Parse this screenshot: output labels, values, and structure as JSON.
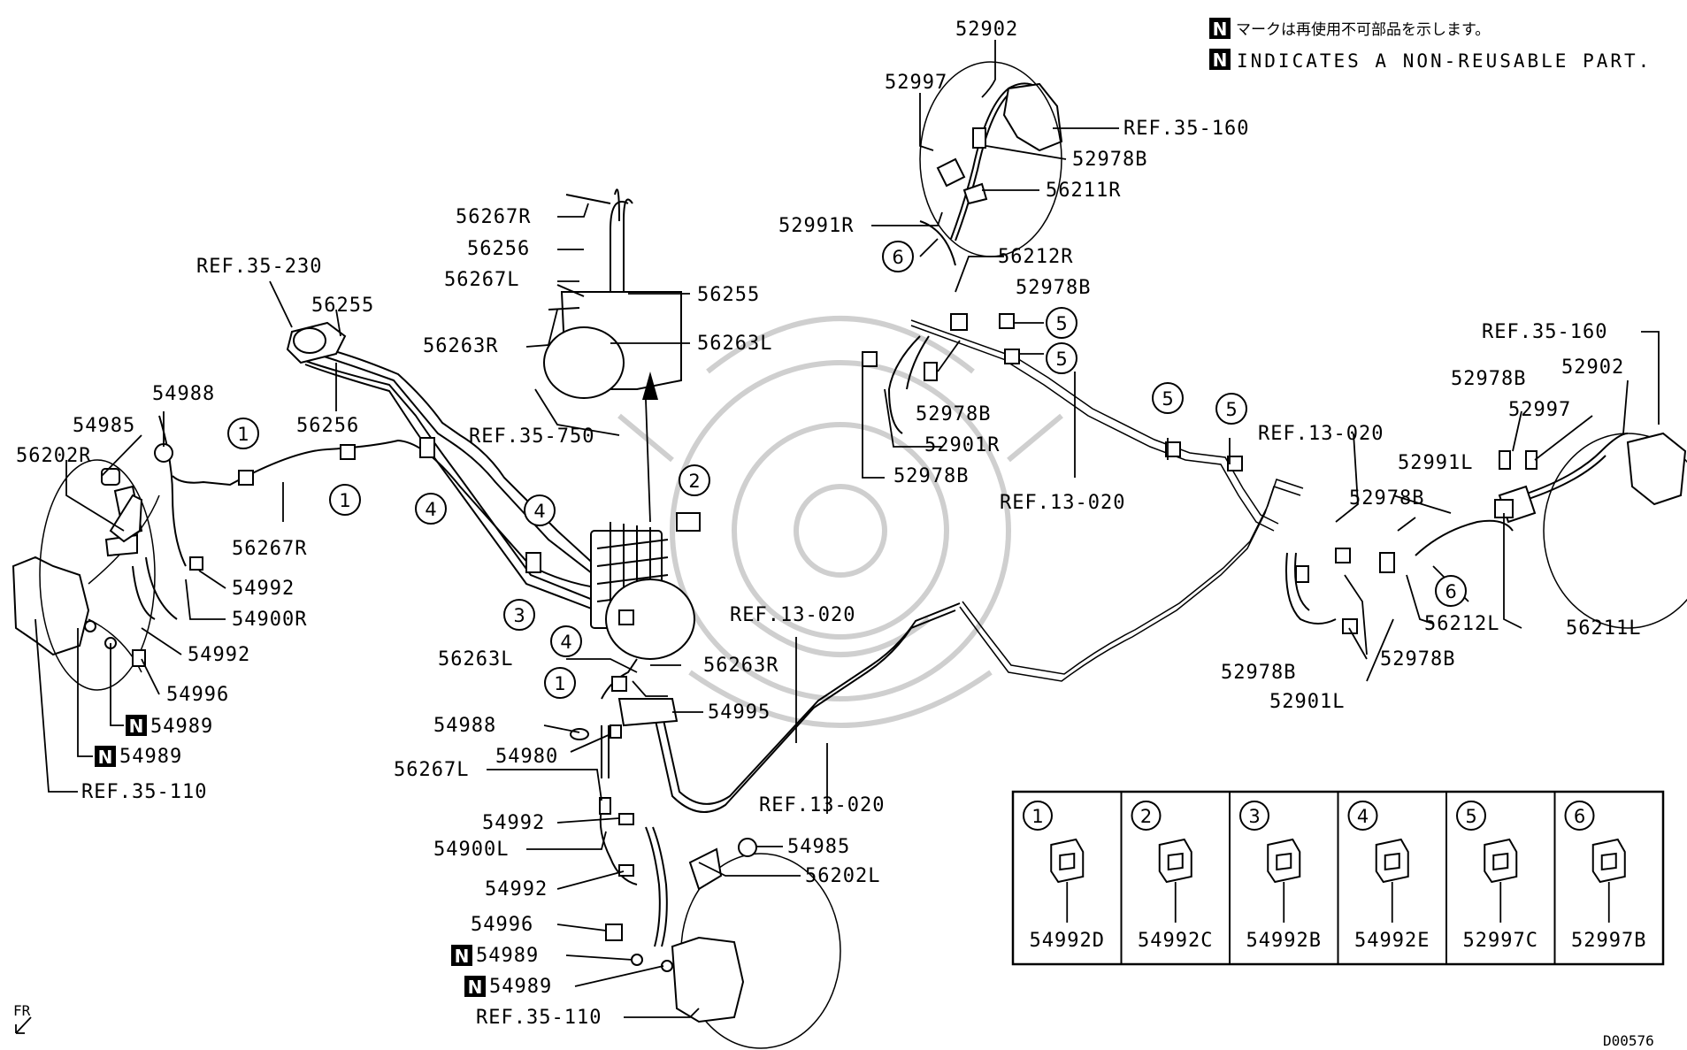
{
  "notes": {
    "jp": "マークは再使用不可部品を示します。",
    "en": "INDICATES A NON-REUSABLE PART.",
    "n_mark": "N"
  },
  "diagram_id": "D00576",
  "fr_label": "FR",
  "labels": {
    "l52902_top": "52902",
    "l52997_top": "52997",
    "lref35160_top": "REF.35-160",
    "l52978B_a": "52978B",
    "l56211R": "56211R",
    "l52991R": "52991R",
    "l56212R": "56212R",
    "l52978B_b": "52978B",
    "l52978B_c": "52978B",
    "l52901R": "52901R",
    "l52978B_d": "52978B",
    "lref13020_a": "REF.13-020",
    "lref35160_r": "REF.35-160",
    "l52978B_e": "52978B",
    "l52902_r": "52902",
    "l52997_r": "52997",
    "lref13020_b": "REF.13-020",
    "l52991L": "52991L",
    "l52978B_f": "52978B",
    "l56212L": "56212L",
    "l56211L": "56211L",
    "l52978B_g": "52978B",
    "l52978B_h": "52978B",
    "l52901L": "52901L",
    "l56267R_t": "56267R",
    "l56256_t": "56256",
    "l56267L_t": "56267L",
    "l56263R_t": "56263R",
    "l56255_t": "56255",
    "l56263L_t": "56263L",
    "lref35750": "REF.35-750",
    "lref35230": "REF.35-230",
    "l56255_l": "56255",
    "l56256_l": "56256",
    "l54988_l": "54988",
    "l54985_l": "54985",
    "l56202R": "56202R",
    "l56267R_l": "56267R",
    "l54992_a": "54992",
    "l54900R": "54900R",
    "l54992_b": "54992",
    "l54996_a": "54996",
    "l54989_a": "54989",
    "l54989_b": "54989",
    "lref35110_a": "REF.35-110",
    "lref13020_c": "REF.13-020",
    "l56263L_b": "56263L",
    "l56263R_b": "56263R",
    "l54995": "54995",
    "l54988_b": "54988",
    "l54980": "54980",
    "l56267L_b": "56267L",
    "lref13020_d": "REF.13-020",
    "l54992_c": "54992",
    "l54985_b": "54985",
    "l54900L": "54900L",
    "l56202L": "56202L",
    "l54992_d": "54992",
    "l54996_b": "54996",
    "l54989_c": "54989",
    "l54989_d": "54989",
    "lref35110_b": "REF.35-110"
  },
  "callouts": {
    "c1a": "1",
    "c1b": "1",
    "c1c": "1",
    "c2": "2",
    "c3": "3",
    "c4a": "4",
    "c4b": "4",
    "c4c": "4",
    "c5a": "5",
    "c5b": "5",
    "c5c": "5",
    "c5d": "5",
    "c6a": "6",
    "c6b": "6"
  },
  "legend": [
    {
      "num": "1",
      "part": "54992D"
    },
    {
      "num": "2",
      "part": "54992C"
    },
    {
      "num": "3",
      "part": "54992B"
    },
    {
      "num": "4",
      "part": "54992E"
    },
    {
      "num": "5",
      "part": "52997C"
    },
    {
      "num": "6",
      "part": "52997B"
    }
  ]
}
